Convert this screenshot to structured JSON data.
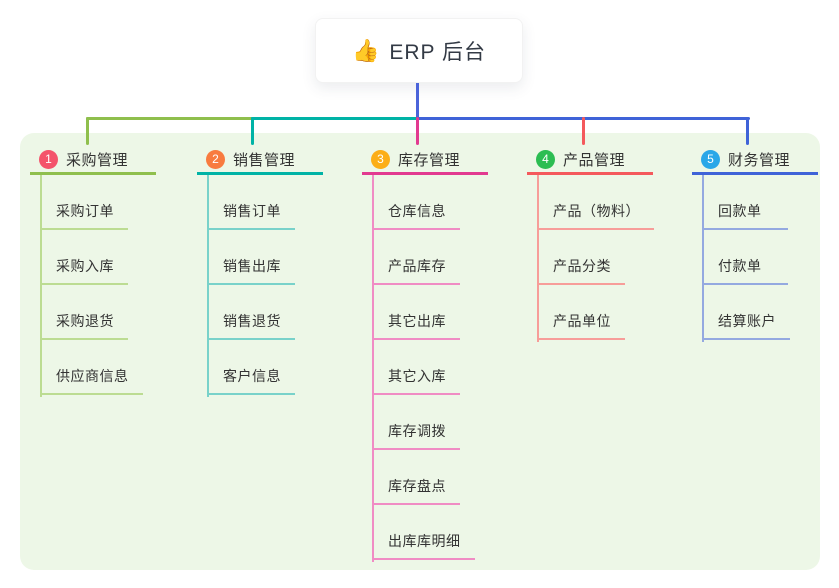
{
  "root": {
    "icon": "👍",
    "label": "ERP 后台"
  },
  "colors": {
    "panel_bg": "#edf7e7",
    "card_bg": "#ffffff",
    "root_connector": "#4b64da",
    "text": "#333333"
  },
  "branches": [
    {
      "num": "1",
      "label": "采购管理",
      "badge_color": "#f4536b",
      "line_color": "#8fbf4d",
      "light_line_color": "#bcdc92",
      "children": [
        {
          "label": "采购订单"
        },
        {
          "label": "采购入库"
        },
        {
          "label": "采购退货"
        },
        {
          "label": "供应商信息"
        }
      ]
    },
    {
      "num": "2",
      "label": "销售管理",
      "badge_color": "#f87b3f",
      "line_color": "#00b3a6",
      "light_line_color": "#79d2ca",
      "children": [
        {
          "label": "销售订单"
        },
        {
          "label": "销售出库"
        },
        {
          "label": "销售退货"
        },
        {
          "label": "客户信息"
        }
      ]
    },
    {
      "num": "3",
      "label": "库存管理",
      "badge_color": "#fcae16",
      "line_color": "#e23a90",
      "light_line_color": "#f08cc4",
      "children": [
        {
          "label": "仓库信息"
        },
        {
          "label": "产品库存"
        },
        {
          "label": "其它出库"
        },
        {
          "label": "其它入库"
        },
        {
          "label": "库存调拨"
        },
        {
          "label": "库存盘点"
        },
        {
          "label": "出库库明细"
        }
      ]
    },
    {
      "num": "4",
      "label": "产品管理",
      "badge_color": "#2cbd52",
      "line_color": "#f4595c",
      "light_line_color": "#f79d99",
      "children": [
        {
          "label": "产品（物料）"
        },
        {
          "label": "产品分类"
        },
        {
          "label": "产品单位"
        }
      ]
    },
    {
      "num": "5",
      "label": "财务管理",
      "badge_color": "#2aa7e8",
      "line_color": "#3f63d8",
      "light_line_color": "#94a9e0",
      "children": [
        {
          "label": "回款单"
        },
        {
          "label": "付款单"
        },
        {
          "label": "结算账户"
        }
      ]
    }
  ]
}
